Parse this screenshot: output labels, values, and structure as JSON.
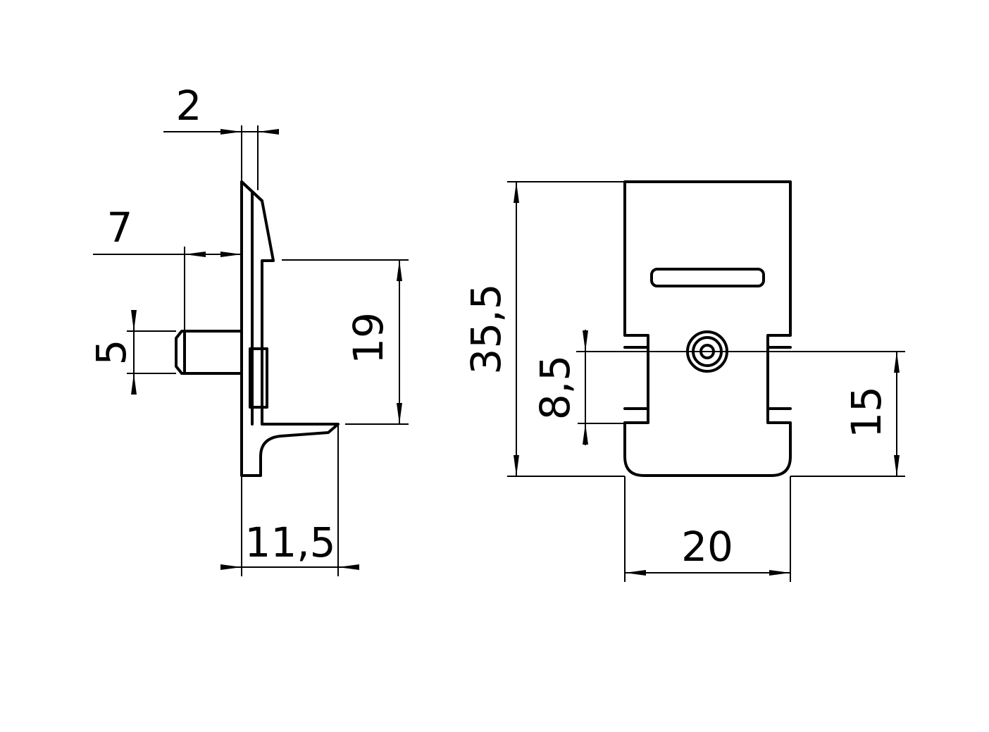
{
  "dimensions": {
    "side_top_thickness": "2",
    "side_offset": "7",
    "pin_diameter": "5",
    "side_height": "19",
    "side_depth": "11,5",
    "front_height": "35,5",
    "front_hole_offset": "8,5",
    "front_slot_height": "15",
    "front_width": "20"
  }
}
